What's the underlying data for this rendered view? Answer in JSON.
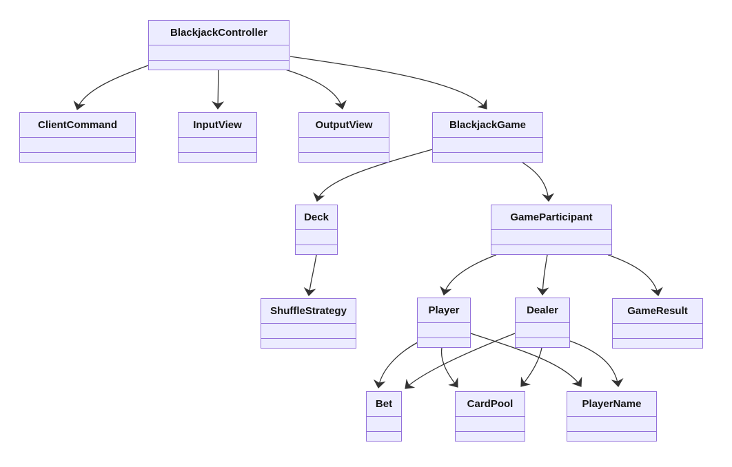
{
  "diagram_type": "uml-class-diagram",
  "colors": {
    "background": "#ffffff",
    "node_fill": "#ECECFF",
    "node_border": "#9370DB",
    "edge": "#333333",
    "text": "#131313"
  },
  "nodes": {
    "blackjack_controller": {
      "label": "BlackjackController",
      "attributes": [],
      "methods": []
    },
    "client_command": {
      "label": "ClientCommand",
      "attributes": [],
      "methods": []
    },
    "input_view": {
      "label": "InputView",
      "attributes": [],
      "methods": []
    },
    "output_view": {
      "label": "OutputView",
      "attributes": [],
      "methods": []
    },
    "blackjack_game": {
      "label": "BlackjackGame",
      "attributes": [],
      "methods": []
    },
    "deck": {
      "label": "Deck",
      "attributes": [],
      "methods": []
    },
    "game_participant": {
      "label": "GameParticipant",
      "attributes": [],
      "methods": []
    },
    "shuffle_strategy": {
      "label": "ShuffleStrategy",
      "attributes": [],
      "methods": []
    },
    "player": {
      "label": "Player",
      "attributes": [],
      "methods": []
    },
    "dealer": {
      "label": "Dealer",
      "attributes": [],
      "methods": []
    },
    "game_result": {
      "label": "GameResult",
      "attributes": [],
      "methods": []
    },
    "bet": {
      "label": "Bet",
      "attributes": [],
      "methods": []
    },
    "card_pool": {
      "label": "CardPool",
      "attributes": [],
      "methods": []
    },
    "player_name": {
      "label": "PlayerName",
      "attributes": [],
      "methods": []
    }
  },
  "edges": [
    {
      "from": "BlackjackController",
      "to": "ClientCommand"
    },
    {
      "from": "BlackjackController",
      "to": "InputView"
    },
    {
      "from": "BlackjackController",
      "to": "OutputView"
    },
    {
      "from": "BlackjackController",
      "to": "BlackjackGame"
    },
    {
      "from": "BlackjackGame",
      "to": "Deck"
    },
    {
      "from": "BlackjackGame",
      "to": "GameParticipant"
    },
    {
      "from": "Deck",
      "to": "ShuffleStrategy"
    },
    {
      "from": "GameParticipant",
      "to": "Player"
    },
    {
      "from": "GameParticipant",
      "to": "Dealer"
    },
    {
      "from": "GameParticipant",
      "to": "GameResult"
    },
    {
      "from": "Player",
      "to": "Bet"
    },
    {
      "from": "Player",
      "to": "CardPool"
    },
    {
      "from": "Player",
      "to": "PlayerName"
    },
    {
      "from": "Dealer",
      "to": "Bet"
    },
    {
      "from": "Dealer",
      "to": "CardPool"
    },
    {
      "from": "Dealer",
      "to": "PlayerName"
    }
  ]
}
